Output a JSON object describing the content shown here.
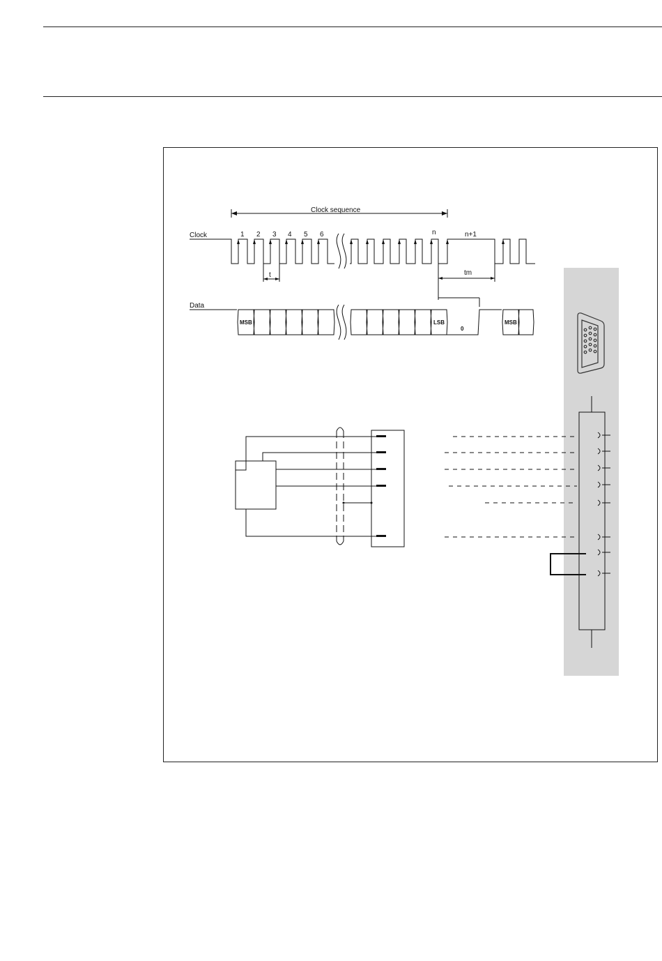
{
  "timing": {
    "clock_sequence_label": "Clock sequence",
    "clock_label": "Clock",
    "data_label": "Data",
    "pulse_numbers": [
      "1",
      "2",
      "3",
      "4",
      "5",
      "6"
    ],
    "n_label": "n",
    "n_plus_1_label": "n+1",
    "t_label": "t",
    "tm_label": "tm",
    "msb_label": "MSB",
    "lsb_label": "LSB",
    "zero_label": "0",
    "msb_repeat_label": "MSB"
  },
  "colors": {
    "panel_gray": "#d6d6d6",
    "line": "#111111"
  },
  "icons": {
    "connector": "d-sub-15-connector-icon"
  }
}
